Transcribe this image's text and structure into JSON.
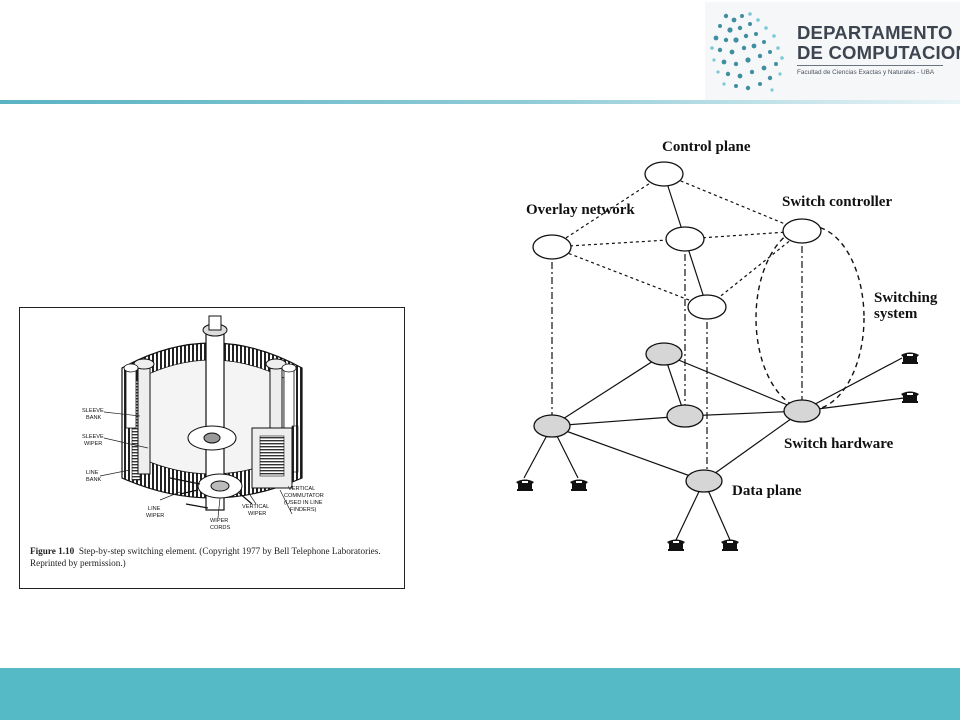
{
  "header": {
    "logo": {
      "name": "departamento-de-computacion-logo",
      "title_line1": "DEPARTAMENTO",
      "title_line2": "DE COMPUTACION",
      "subtitle": "Facultad de Ciencias Exactas y Naturales - UBA"
    },
    "accent_color": "#56b9c6"
  },
  "left_figure": {
    "labels": {
      "sleeve_bank": [
        "SLEEVE",
        "BANK"
      ],
      "sleeve_wiper": [
        "SLEEVE",
        "WIPER"
      ],
      "line_bank": [
        "LINE",
        "BANK"
      ],
      "line_wiper": [
        "LINE",
        "WIPER"
      ],
      "wiper_cords": [
        "WIPER",
        "CORDS"
      ],
      "vertical_wiper": [
        "VERTICAL",
        "WIPER"
      ],
      "vertical_commutator": [
        "VERTICAL",
        "COMMUTATOR",
        "(USED IN LINE",
        "FINDERS)"
      ]
    },
    "caption": {
      "figure_label": "Figure 1.10",
      "text": "Step-by-step switching element. (Copyright 1977 by Bell Telephone Laboratories. Reprinted by permission.)"
    }
  },
  "right_diagram": {
    "labels": {
      "control_plane": "Control plane",
      "overlay_network": "Overlay network",
      "switch_controller": "Switch controller",
      "switching_system_line1": "Switching",
      "switching_system_line2": "system",
      "switch_hardware": "Switch hardware",
      "data_plane": "Data plane"
    },
    "icons": [
      "telephone-icon"
    ]
  },
  "footer": {
    "color": "#56b9c6"
  }
}
